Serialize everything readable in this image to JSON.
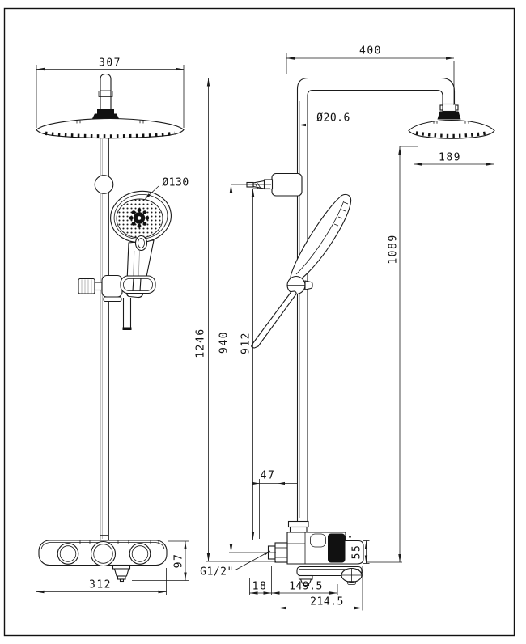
{
  "front_view": {
    "head_width": "307",
    "hand_shower_diameter": "Ø130",
    "valve_height": "97",
    "valve_width": "312"
  },
  "side_view": {
    "arm_reach": "400",
    "pipe_diameter": "Ø20.6",
    "head_width": "189",
    "overall_height": "1246",
    "bracket_height": "940",
    "hose_height": "912",
    "head_drop_height": "1089",
    "valve_top_offset": "47",
    "inlet_thread": "G1/2\"",
    "inlet_offset": "18",
    "outlet_depth": "149.5",
    "overall_depth": "214.5",
    "valve_body_height": "55"
  }
}
